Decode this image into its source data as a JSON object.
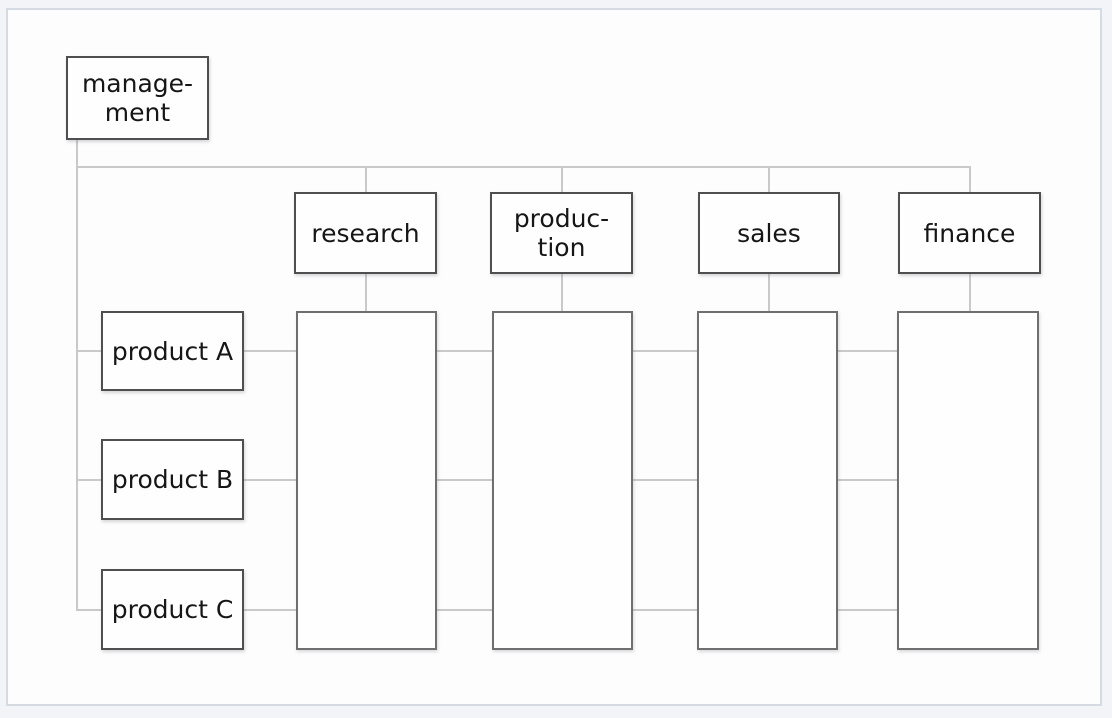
{
  "diagram_type": "matrix-organization-chart",
  "colors": {
    "page_background": "#f2f4f7",
    "canvas_background": "#fdfdfd",
    "canvas_border": "#d6dae2",
    "node_border": "#4f4f4f",
    "column_border": "#6f6f6f",
    "connector_line": "#c9c9c9",
    "text": "#161616"
  },
  "management": {
    "label": "manage-\nment"
  },
  "departments": [
    {
      "label": "research"
    },
    {
      "label": "produc-\ntion"
    },
    {
      "label": "sales"
    },
    {
      "label": "finance"
    }
  ],
  "products": [
    {
      "label": "product A"
    },
    {
      "label": "product B"
    },
    {
      "label": "product C"
    }
  ]
}
